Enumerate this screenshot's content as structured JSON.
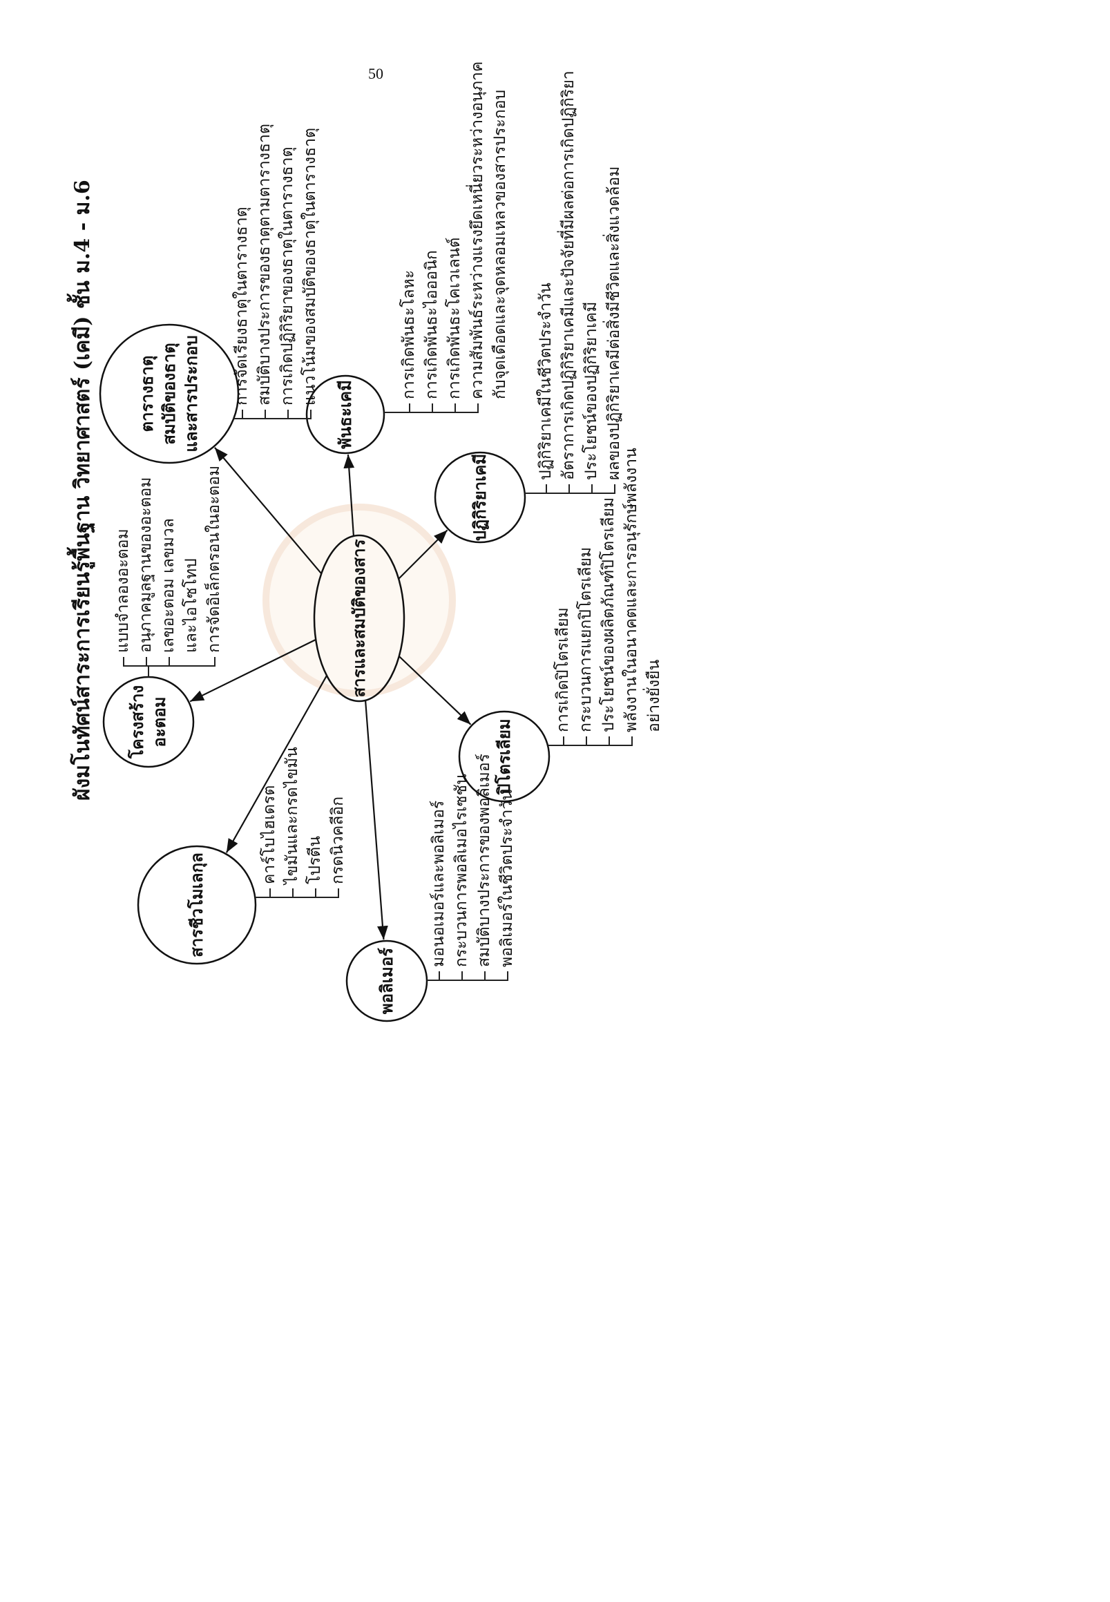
{
  "page_number": "50",
  "title": "ผังมโนทัศน์สาระการเรียนรู้พื้นฐาน  วิทยาศาสตร์ (เคมี) ชั้น ม.4 - ม.6",
  "center": "สารและสมบัติของสาร",
  "nodes": [
    {
      "label": [
        "โครงสร้าง",
        "อะตอม"
      ],
      "items": [
        "แบบจำลองอะตอม",
        "อนุภาคมูลฐานของอะตอม",
        "เลขอะตอม เลขมวล\nและไอโซโทป",
        "การจัดอิเล็กตรอนในอะตอม"
      ]
    },
    {
      "label": [
        "ตารางธาตุ",
        "สมบัติของธาตุ",
        "และสารประกอบ"
      ],
      "items": [
        "การจัดเรียงธาตุในตารางธาตุ",
        "สมบัติบางประการของธาตุตามตารางธาตุ",
        "การเกิดปฏิกิริยาของธาตุในตารางธาตุ",
        "แนวโน้มของสมบัติของธาตุในตารางธาตุ"
      ]
    },
    {
      "label": [
        "พันธะเคมี"
      ],
      "items": [
        "การเกิดพันธะโลหะ",
        "การเกิดพันธะไอออนิก",
        "การเกิดพันธะโคเวเลนต์",
        "ความสัมพันธ์ระหว่างแรงยึดเหนี่ยวระหว่างอนุภาค\nกับจุดเดือดและจุดหลอมเหลวของสารประกอบ"
      ]
    },
    {
      "label": [
        "ปฏิกิริยาเคมี"
      ],
      "items": [
        "ปฏิกิริยาเคมีในชีวิตประจำวัน",
        "อัตราการเกิดปฏิกิริยาเคมีและปัจจัยที่มีผลต่อการเกิดปฏิกิริยา",
        "ประโยชน์ของปฏิกิริยาเคมี",
        "ผลของปฏิกิริยาเคมีต่อสิ่งมีชีวิตและสิ่งแวดล้อม"
      ]
    },
    {
      "label": [
        "ปิโตรเลียม"
      ],
      "items": [
        "การเกิดปิโตรเลียม",
        "กระบวนการแยกปิโตรเลียม",
        "ประโยชน์ของผลิตภัณฑ์ปิโตรเลียม",
        "พลังงานในอนาคตและการอนุรักษ์พลังงาน\nอย่างยั่งยืน"
      ]
    },
    {
      "label": [
        "พอลิเมอร์"
      ],
      "items": [
        "มอนอเมอร์และพอลิเมอร์",
        "กระบวนการพอลิเมอไรเซชัน",
        "สมบัติบางประการของพอลิเมอร์",
        "พอลิเมอร์ในชีวิตประจำวัน"
      ]
    },
    {
      "label": [
        "สารชีวโมเลกุล"
      ],
      "items": [
        "คาร์โบไฮเดรต",
        "ไขมันและกรดไขมัน",
        "โปรตีน",
        "กรดนิวคลีอิก"
      ]
    }
  ]
}
